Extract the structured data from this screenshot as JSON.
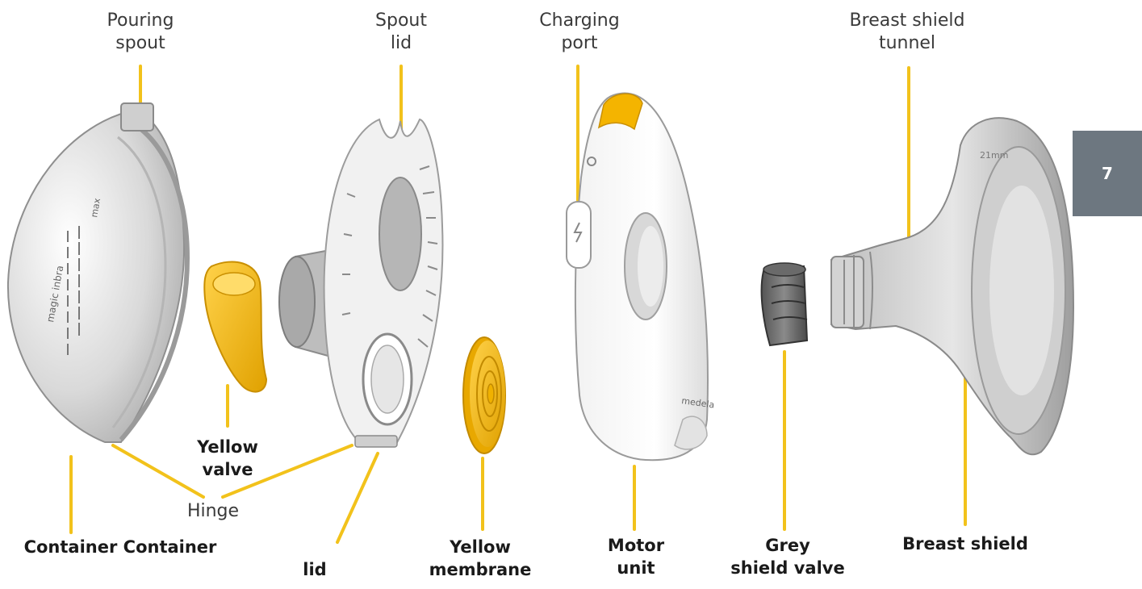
{
  "labels": {
    "pouring_spout": "Pouring\nspout",
    "spout_lid": "Spout\nlid",
    "charging_port": "Charging\nport",
    "breast_shield_tunnel": "Breast shield\ntunnel",
    "yellow_valve": "Yellow\nvalve",
    "hinge": "Hinge",
    "container": "Container Container",
    "lid": "lid",
    "yellow_membrane": "Yellow\nmembrane",
    "motor_unit": "Motor\nunit",
    "grey_shield_valve": "Grey\nshield valve",
    "breast_shield": "Breast shield"
  },
  "product_markings": {
    "container_brand": "magic inbra",
    "container_max": "max",
    "motor_brand": "medela",
    "shield_size": "21mm"
  },
  "page_number": "7",
  "colors": {
    "leader": "#f2c21b",
    "part_yellow": "#f4b400",
    "part_grey": "#d6d6d6",
    "tab": "#6d7780"
  }
}
